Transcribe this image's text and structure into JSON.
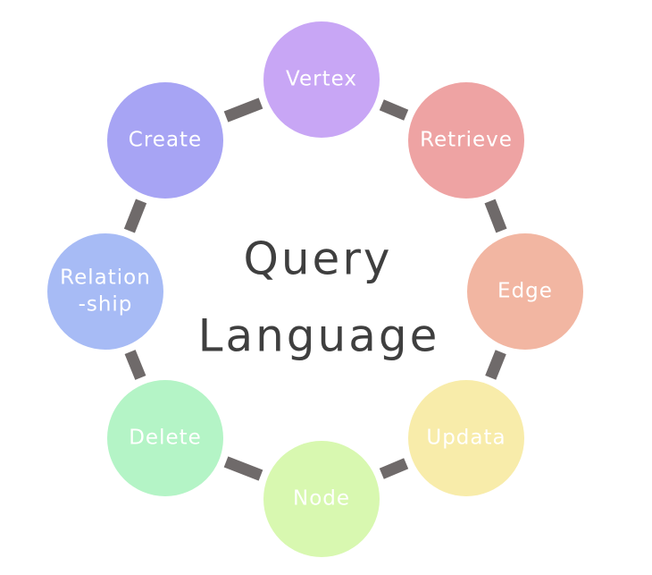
{
  "center": {
    "line1": "Query",
    "line2": "Language",
    "color": "#3f3f3f"
  },
  "connector_color": "#6f6a6a",
  "nodes": [
    {
      "id": "vertex",
      "lines": [
        "Vertex"
      ],
      "color": "#c8a6f5"
    },
    {
      "id": "retrieve",
      "lines": [
        "Retrieve"
      ],
      "color": "#eea3a3"
    },
    {
      "id": "edge",
      "lines": [
        "Edge"
      ],
      "color": "#f2b6a2"
    },
    {
      "id": "updata",
      "lines": [
        "Updata"
      ],
      "color": "#f8ecaa"
    },
    {
      "id": "node",
      "lines": [
        "Node"
      ],
      "color": "#d8f8b0"
    },
    {
      "id": "delete",
      "lines": [
        "Delete"
      ],
      "color": "#b4f4c6"
    },
    {
      "id": "relationship",
      "lines": [
        "Relation",
        "-ship"
      ],
      "color": "#a7bbf5"
    },
    {
      "id": "create",
      "lines": [
        "Create"
      ],
      "color": "#a7a4f4"
    }
  ]
}
